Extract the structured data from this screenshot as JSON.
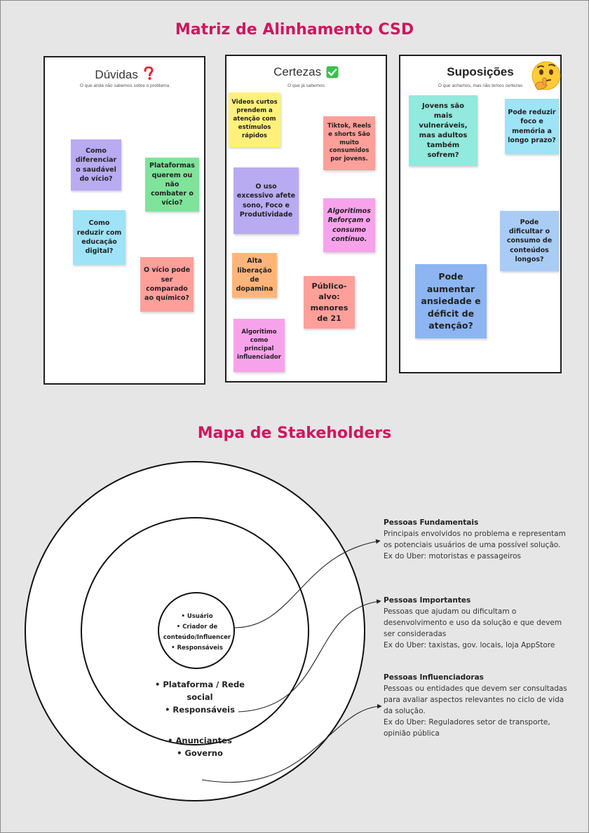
{
  "csd": {
    "title": "Matriz de Alinhamento CSD",
    "duvidas": {
      "title": "Dúvidas",
      "icon": "question-mark-icon",
      "subtitle": "O que anda não sabemos sobre o problema",
      "notes": [
        "Como diferenciar o saudável do vício?",
        "Plataformas querem ou não combater o vício?",
        "Como reduzir com educação digital?",
        "O vício pode ser comparado ao químico?"
      ]
    },
    "certezas": {
      "title": "Certezas",
      "icon": "check-mark-icon",
      "subtitle": "O que já sabemos",
      "notes": [
        "Videos curtos prendem a atenção com estímulos rápidos",
        "Tiktok, Reels e shorts São muito consumidos por jovens.",
        "O uso excessivo afete sono, Foco e Produtividade",
        "Algoritimos Reforçam o consumo contínuo.",
        "Alta liberação de dopamina",
        "Público-alvo: menores de 21",
        "Algoritimo como principal influenciador"
      ]
    },
    "suposicoes": {
      "title": "Suposições",
      "icon": "thinking-face-icon",
      "subtitle": "O que achamos, mas não temos certezas",
      "notes": [
        "Jovens são mais vulneráveis, mas adultos também sofrem?",
        "Pode reduzir foco e memória a longo prazo?",
        "Pode dificultar o consumo de conteúdos longos?",
        "Pode aumentar ansiedade e déficit de atenção?"
      ]
    }
  },
  "stakeholders": {
    "title": "Mapa de Stakeholders",
    "inner": [
      "Usuário",
      "Criador de conteúdo/Influencer",
      "Responsáveis"
    ],
    "middle": [
      "Plataforma / Rede social",
      "Responsáveis"
    ],
    "outer": [
      "Anunciantes",
      "Governo"
    ],
    "groups": [
      {
        "heading": "Pessoas Fundamentais",
        "lines": [
          "Principais envolvidos no problema e representam",
          "os potenciais usuários de uma possível solução.",
          "Ex do Uber: motoristas e passageiros"
        ]
      },
      {
        "heading": "Pessoas Importantes",
        "lines": [
          "Pessoas que ajudam ou dificultam o",
          "desenvolvimento e uso da solução e que devem",
          "ser consideradas",
          "Ex do Uber: taxistas, gov. locais, loja AppStore"
        ]
      },
      {
        "heading": "Pessoas Influenciadoras",
        "lines": [
          "Pessoas ou entidades que devem ser consultadas",
          "para avaliar aspectos relevantes no ciclo de vida",
          "da solução.",
          "Ex do Uber: Reguladores setor de transporte,",
          "opinião pública"
        ]
      }
    ]
  }
}
